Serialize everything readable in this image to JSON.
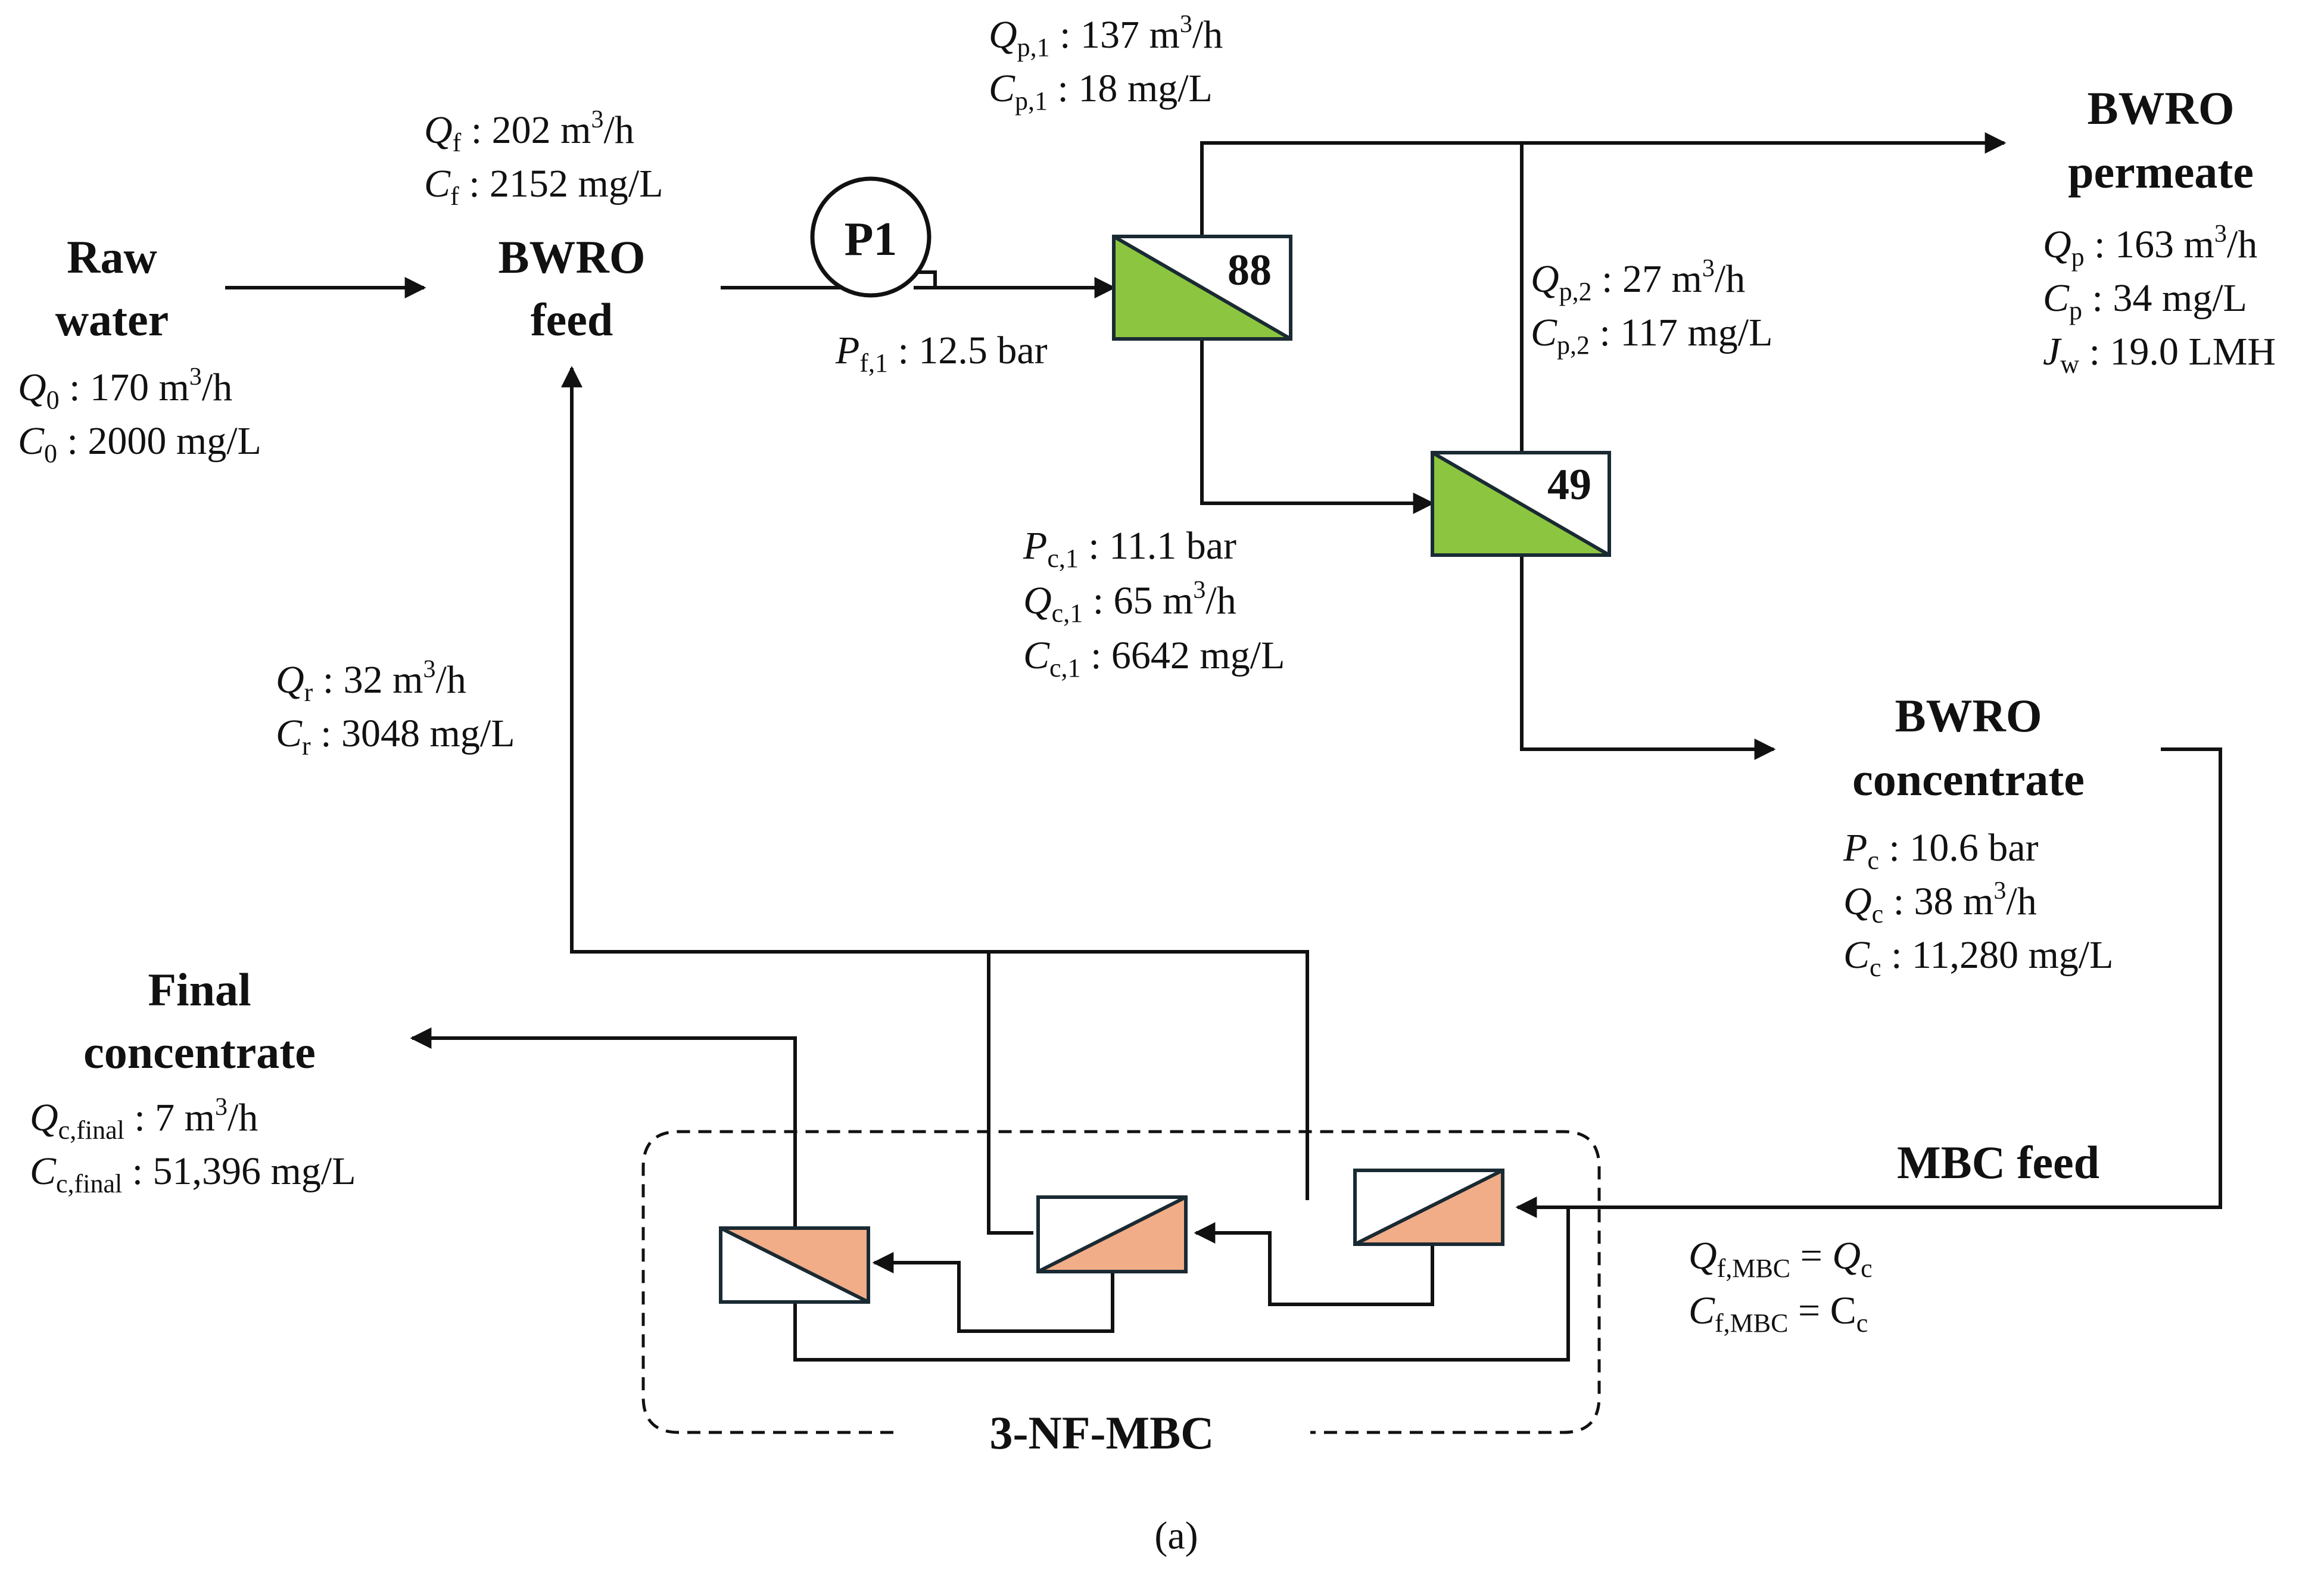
{
  "raw_water": {
    "title_line1": "Raw",
    "title_line2": "water",
    "q_sym": "Q",
    "q_sub": "0",
    "q_value": " : 170 m",
    "q_sup": "3",
    "q_unit": "/h",
    "c_sym": "C",
    "c_sub": "0",
    "c_value": " : 2000 mg/L"
  },
  "bwro_feed": {
    "title_line1": "BWRO",
    "title_line2": "feed",
    "q_sym": "Q",
    "q_sub": "f",
    "q_value": " : 202 m",
    "q_sup": "3",
    "q_unit": "/h",
    "c_sym": "C",
    "c_sub": "f",
    "c_value": " : 2152 mg/L"
  },
  "pump": {
    "label": "P1",
    "p_sym": "P",
    "p_sub": "f,1",
    "p_value": " : 12.5 bar"
  },
  "stage1": {
    "number": "88",
    "qp_sym": "Q",
    "qp_sub": "p,1",
    "qp_value": " : 137 m",
    "qp_sup": "3",
    "qp_unit": "/h",
    "cp_sym": "C",
    "cp_sub": "p,1",
    "cp_value": " : 18 mg/L",
    "pc_sym": "P",
    "pc_sub": "c,1",
    "pc_value": " : 11.1 bar",
    "qc_sym": "Q",
    "qc_sub": "c,1",
    "qc_value": " : 65 m",
    "qc_sup": "3",
    "qc_unit": "/h",
    "cc_sym": "C",
    "cc_sub": "c,1",
    "cc_value": " : 6642 mg/L"
  },
  "stage2": {
    "number": "49",
    "qp_sym": "Q",
    "qp_sub": "p,2",
    "qp_value": " : 27 m",
    "qp_sup": "3",
    "qp_unit": "/h",
    "cp_sym": "C",
    "cp_sub": "p,2",
    "cp_value": " : 117 mg/L"
  },
  "bwro_permeate": {
    "title_line1": "BWRO",
    "title_line2": "permeate",
    "q_sym": "Q",
    "q_sub": "p",
    "q_value": " : 163 m",
    "q_sup": "3",
    "q_unit": "/h",
    "c_sym": "C",
    "c_sub": "p",
    "c_value": " : 34 mg/L",
    "j_sym": "J",
    "j_sub": "w",
    "j_value": " : 19.0 LMH"
  },
  "bwro_concentrate": {
    "title_line1": "BWRO",
    "title_line2": "concentrate",
    "p_sym": "P",
    "p_sub": "c",
    "p_value": " : 10.6 bar",
    "q_sym": "Q",
    "q_sub": "c",
    "q_value": " : 38 m",
    "q_sup": "3",
    "q_unit": "/h",
    "c_sym": "C",
    "c_sub": "c",
    "c_value": " : 11,280 mg/L"
  },
  "recycle": {
    "q_sym": "Q",
    "q_sub": "r",
    "q_value": " : 32 m",
    "q_sup": "3",
    "q_unit": "/h",
    "c_sym": "C",
    "c_sub": "r",
    "c_value": " : 3048 mg/L"
  },
  "final_concentrate": {
    "title_line1": "Final",
    "title_line2": "concentrate",
    "q_sym": "Q",
    "q_sub": "c,final",
    "q_value": " : 7 m",
    "q_sup": "3",
    "q_unit": "/h",
    "c_sym": "C",
    "c_sub": "c,final",
    "c_value": " : 51,396 mg/L"
  },
  "mbc_feed": {
    "title": "MBC feed",
    "q_sym": "Q",
    "q_sub": "f,MBC",
    "q_value": " = ",
    "q_rhs_sym": "Q",
    "q_rhs_sub": "c",
    "c_sym": "C",
    "c_sub": "f,MBC",
    "c_value": " = C",
    "c_rhs_sub": "c"
  },
  "mbc_group": {
    "title": "3-NF-MBC"
  },
  "caption": "(a)",
  "colors": {
    "bwro_membrane": "#8cc53f",
    "nf_membrane": "#f1ad87",
    "line": "#111111"
  }
}
